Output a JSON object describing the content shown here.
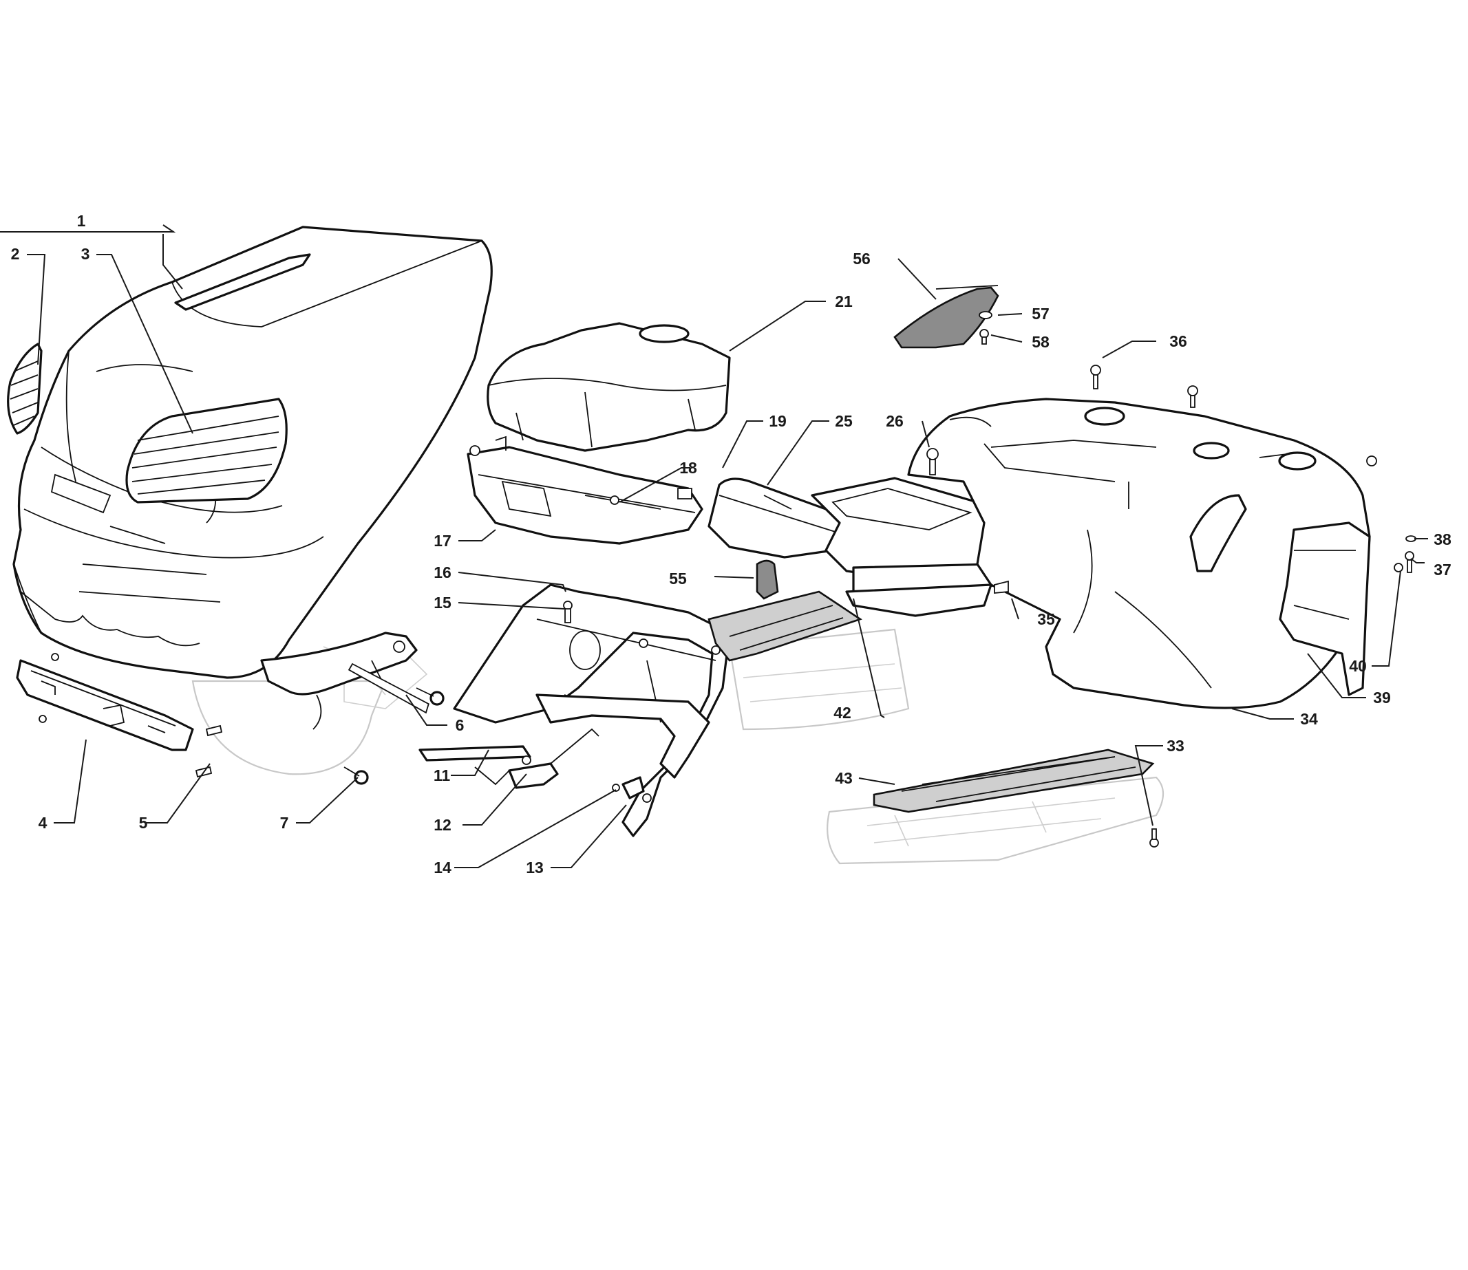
{
  "callouts": [
    {
      "id": "c1",
      "text": "1"
    },
    {
      "id": "c2",
      "text": "2"
    },
    {
      "id": "c3",
      "text": "3"
    },
    {
      "id": "c4",
      "text": "4"
    },
    {
      "id": "c5",
      "text": "5"
    },
    {
      "id": "c6",
      "text": "6"
    },
    {
      "id": "c7",
      "text": "7"
    },
    {
      "id": "c11",
      "text": "11"
    },
    {
      "id": "c12",
      "text": "12"
    },
    {
      "id": "c13",
      "text": "13"
    },
    {
      "id": "c14",
      "text": "14"
    },
    {
      "id": "c15",
      "text": "15"
    },
    {
      "id": "c16",
      "text": "16"
    },
    {
      "id": "c17",
      "text": "17"
    },
    {
      "id": "c18",
      "text": "18"
    },
    {
      "id": "c19",
      "text": "19"
    },
    {
      "id": "c21",
      "text": "21"
    },
    {
      "id": "c25",
      "text": "25"
    },
    {
      "id": "c26",
      "text": "26"
    },
    {
      "id": "c33",
      "text": "33"
    },
    {
      "id": "c34",
      "text": "34"
    },
    {
      "id": "c35",
      "text": "35"
    },
    {
      "id": "c36",
      "text": "36"
    },
    {
      "id": "c37",
      "text": "37"
    },
    {
      "id": "c38",
      "text": "38"
    },
    {
      "id": "c39",
      "text": "39"
    },
    {
      "id": "c40",
      "text": "40"
    },
    {
      "id": "c42",
      "text": "42"
    },
    {
      "id": "c43",
      "text": "43"
    },
    {
      "id": "c55",
      "text": "55"
    },
    {
      "id": "c56",
      "text": "56"
    },
    {
      "id": "c57",
      "text": "57"
    },
    {
      "id": "c58",
      "text": "58"
    }
  ],
  "colors": {
    "ink": "#111111",
    "ghost": "#c8c8c8",
    "mat_fill": "#cfcfcf",
    "pad_fill": "#8c8c8c"
  }
}
